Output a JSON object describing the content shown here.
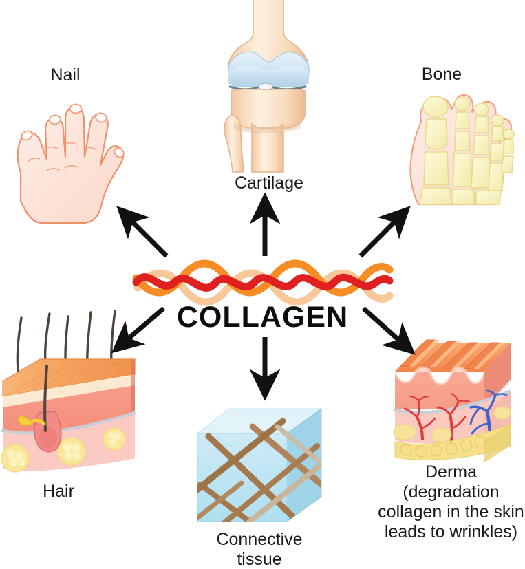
{
  "diagram": {
    "center_label": "COLLAGEN",
    "center_icon": "collagen-triple-helix-icon",
    "background_color": "#ffffff",
    "text_color": "#1a1a1a"
  },
  "nodes": [
    {
      "id": "nail",
      "label": "Nail",
      "icon": "hand-nail-icon",
      "position": "top-left",
      "colors": {
        "skin": "#fcded2",
        "outline": "#f09a72",
        "nail": "#fff6f1"
      }
    },
    {
      "id": "cartilage",
      "label": "Cartilage",
      "icon": "knee-joint-cartilage-icon",
      "position": "top-center",
      "colors": {
        "bone": "#f7cfa8",
        "cartilage": "#cfe4f3",
        "outline": "#e0b189"
      }
    },
    {
      "id": "bone",
      "label": "Bone",
      "icon": "foot-skeleton-icon",
      "position": "top-right",
      "colors": {
        "skin": "#fbdfd6",
        "bone": "#f6f2c4",
        "outline": "#f4a583"
      }
    },
    {
      "id": "hair",
      "label": "Hair",
      "icon": "skin-hair-follicle-block-icon",
      "position": "bottom-left",
      "colors": {
        "epidermis": "#f5a05c",
        "dermis": "#f59383",
        "hypodermis": "#fbc9c1",
        "fat": "#f8e79a",
        "hair": "#4a443e"
      }
    },
    {
      "id": "connective-tissue",
      "label": "Connective\ntissue",
      "icon": "connective-tissue-cube-icon",
      "position": "bottom-center",
      "colors": {
        "cube": "#bfe3f2",
        "fiber": "#a9794b"
      }
    },
    {
      "id": "derma",
      "label": "Derma\n(degradation\ncollagen in the skin\nleads to wrinkles)",
      "icon": "skin-wrinkle-block-icon",
      "position": "bottom-right",
      "colors": {
        "epidermis": "#f58a55",
        "dermis": "#f6a08e",
        "vessel_artery": "#e03b3b",
        "vessel_vein": "#3b63d0",
        "fat": "#f6e08c"
      }
    }
  ],
  "arrows": [
    {
      "id": "arrow-to-nail",
      "direction": "up-left",
      "target": "nail",
      "color": "#111111"
    },
    {
      "id": "arrow-to-cartilage",
      "direction": "up",
      "target": "cartilage",
      "color": "#111111"
    },
    {
      "id": "arrow-to-bone",
      "direction": "up-right",
      "target": "bone",
      "color": "#111111"
    },
    {
      "id": "arrow-to-hair",
      "direction": "down-left",
      "target": "hair",
      "color": "#111111"
    },
    {
      "id": "arrow-to-connective-tissue",
      "direction": "down",
      "target": "connective-tissue",
      "color": "#111111"
    },
    {
      "id": "arrow-to-derma",
      "direction": "down-right",
      "target": "derma",
      "color": "#111111"
    }
  ]
}
